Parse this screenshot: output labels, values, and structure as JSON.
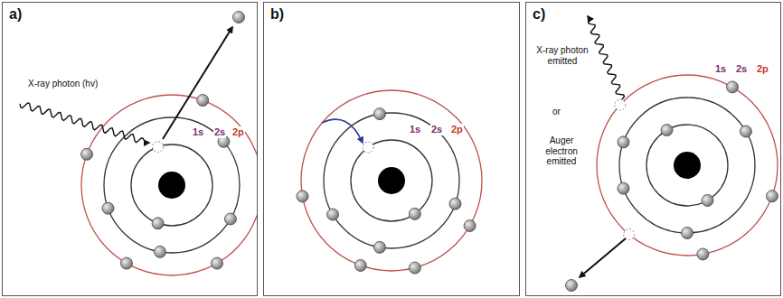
{
  "diagram": {
    "nodes": [
      {
        "text": [
          "a)"
        ]
      },
      {
        "text": [
          "b)"
        ]
      },
      {
        "text": [
          "c)"
        ]
      }
    ],
    "labels": [
      "X-ray photon (hv)",
      "1s",
      "2s",
      "2p",
      "1s",
      "2s",
      "2p",
      "X-ray photon emitted",
      "or",
      "Auger electron emitted",
      "1s",
      "2s",
      "2p"
    ]
  }
}
